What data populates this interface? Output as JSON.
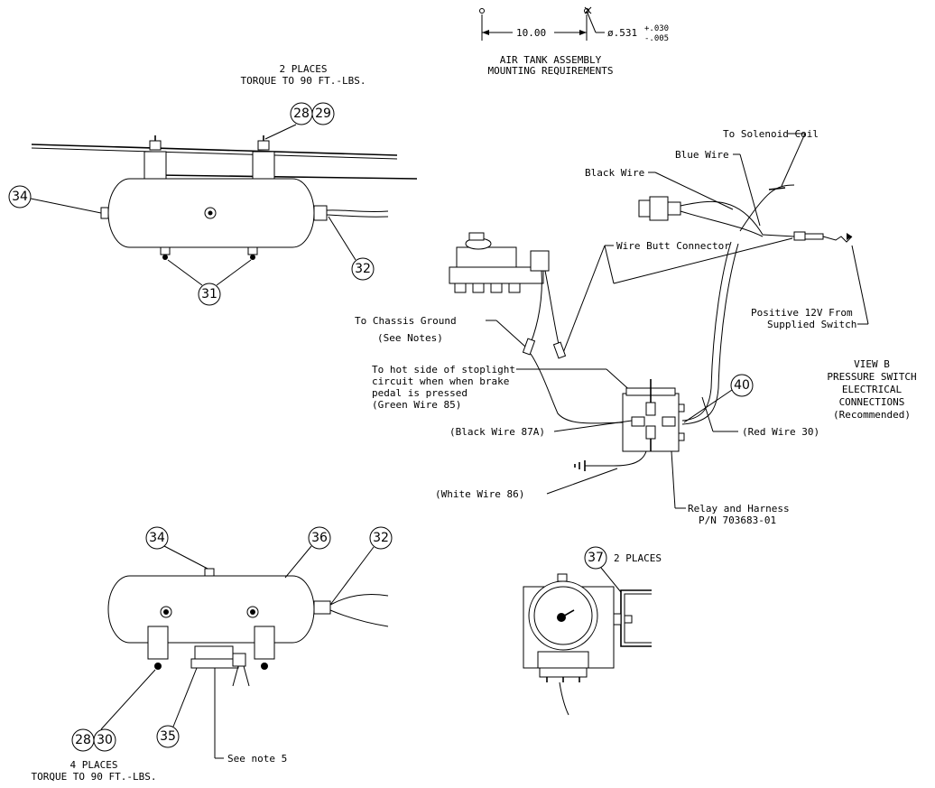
{
  "mounting": {
    "dimension": "10.00",
    "diameter": "ø.531",
    "tol_plus": "+.030",
    "tol_minus": "-.005",
    "title_line1": "AIR TANK ASSEMBLY",
    "title_line2": "MOUNTING REQUIREMENTS"
  },
  "top_view": {
    "places": "2 PLACES",
    "torque": "TORQUE TO 90 FT.-LBS.",
    "balloons": [
      "28",
      "29",
      "34",
      "31",
      "32"
    ]
  },
  "wiring": {
    "to_solenoid": "To Solenoid Coil",
    "blue_wire": "Blue Wire",
    "black_wire": "Black Wire",
    "butt_connector": "Wire Butt Connector",
    "positive_12v_line1": "Positive 12V From",
    "positive_12v_line2": "Supplied Switch",
    "chassis_ground": "To Chassis Ground",
    "see_notes": "(See Notes)",
    "hot_side_line1": "To hot side of stoplight",
    "hot_side_line2": "circuit when when brake",
    "hot_side_line3": "pedal is pressed",
    "hot_side_line4": "(Green Wire 85)",
    "black_87a": "(Black Wire 87A)",
    "white_86": "(White Wire 86)",
    "red_30": "(Red Wire 30)",
    "relay_line1": "Relay and Harness",
    "relay_line2": "P/N 703683-01",
    "balloon_40": "40",
    "view_title": [
      "VIEW B",
      "PRESSURE SWITCH",
      "ELECTRICAL",
      "CONNECTIONS",
      "(Recommended)"
    ]
  },
  "bottom_view": {
    "balloons": [
      "34",
      "36",
      "32",
      "28",
      "30",
      "35"
    ],
    "see_note": "See note 5",
    "places": "4 PLACES",
    "torque": "TORQUE TO 90 FT.-LBS."
  },
  "end_view": {
    "balloon": "37",
    "places": "2 PLACES"
  }
}
